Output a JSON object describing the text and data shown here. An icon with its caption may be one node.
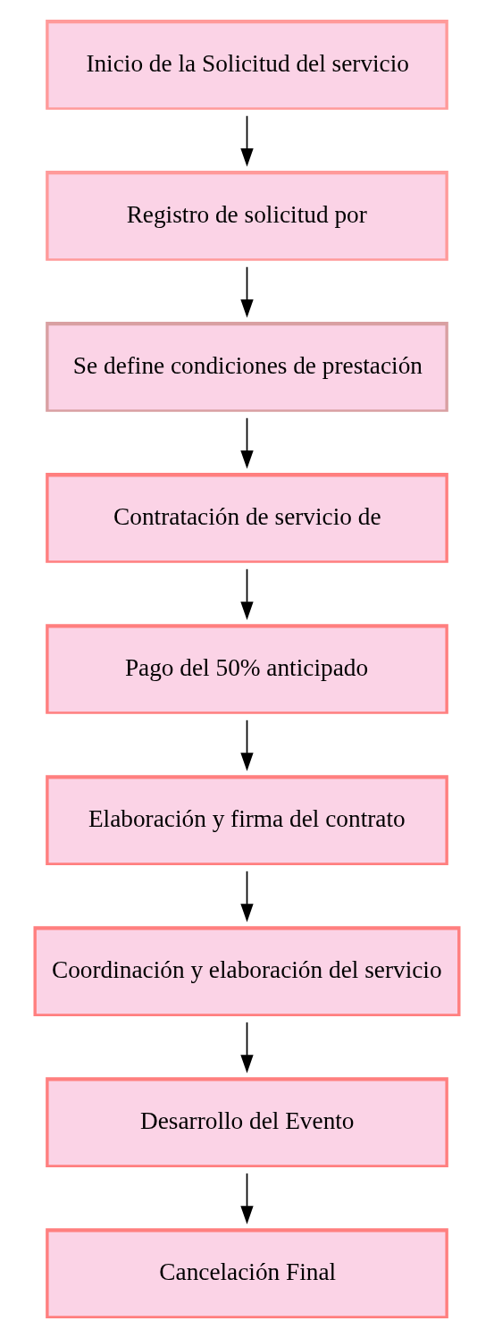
{
  "diagram": {
    "nodes": [
      {
        "text": [
          "Inicio de la Solicitud del servicio"
        ]
      },
      {
        "text": [
          "Registro de solicitud por"
        ]
      },
      {
        "text": [
          "Se define condiciones de prestación"
        ]
      },
      {
        "text": [
          "Contratación de servicio de"
        ]
      },
      {
        "text": [
          "Pago del 50% anticipado"
        ]
      },
      {
        "text": [
          "Elaboración y firma del contrato"
        ]
      },
      {
        "text": [
          "Coordinación y elaboración del servicio"
        ]
      },
      {
        "text": [
          "Desarrollo del Evento"
        ]
      },
      {
        "text": [
          "Cancelación Final"
        ]
      }
    ],
    "edges": [
      {
        "from": 0,
        "to": 1,
        "arrow": "to"
      },
      {
        "from": 1,
        "to": 2,
        "arrow": "to"
      },
      {
        "from": 2,
        "to": 3,
        "arrow": "to"
      },
      {
        "from": 3,
        "to": 4,
        "arrow": "to"
      },
      {
        "from": 4,
        "to": 5,
        "arrow": "to"
      },
      {
        "from": 5,
        "to": 6,
        "arrow": "to"
      },
      {
        "from": 6,
        "to": 7,
        "arrow": "to"
      },
      {
        "from": 7,
        "to": 8,
        "arrow": "to"
      }
    ]
  }
}
